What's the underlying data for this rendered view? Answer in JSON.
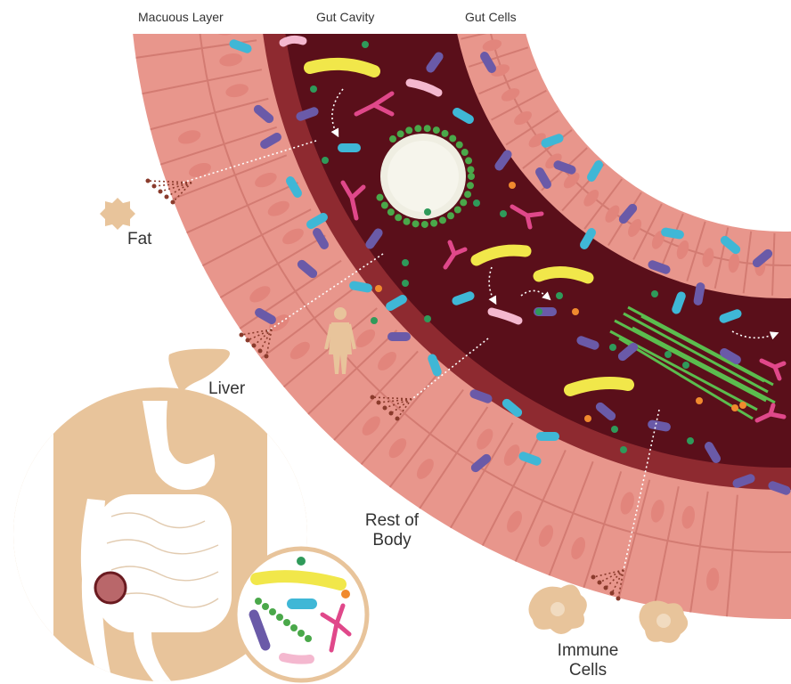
{
  "labels": {
    "mucous_layer": "Macuous Layer",
    "gut_cavity": "Gut Cavity",
    "gut_cells": "Gut Cells",
    "fat": "Fat",
    "liver": "Liver",
    "rest_of_body": "Rest of Body",
    "immune_cells": "Immune Cells"
  },
  "colors": {
    "gut_wall": "#e8968c",
    "gut_wall_dark": "#c96f68",
    "mucous": "#8e2a30",
    "cavity": "#5a0f1a",
    "body_skin": "#e8c49b",
    "yellow_bacteria": "#f1e74a",
    "blue_bacteria": "#3fb7d6",
    "purple_bacteria": "#6a5aa8",
    "pink_bacteria": "#f4b8cf",
    "magenta_bacteria": "#e0488a",
    "green_bacteria": "#4aa84a",
    "dotted_arrow": "#ffffff",
    "target_arrow": "#8a3b2c"
  }
}
